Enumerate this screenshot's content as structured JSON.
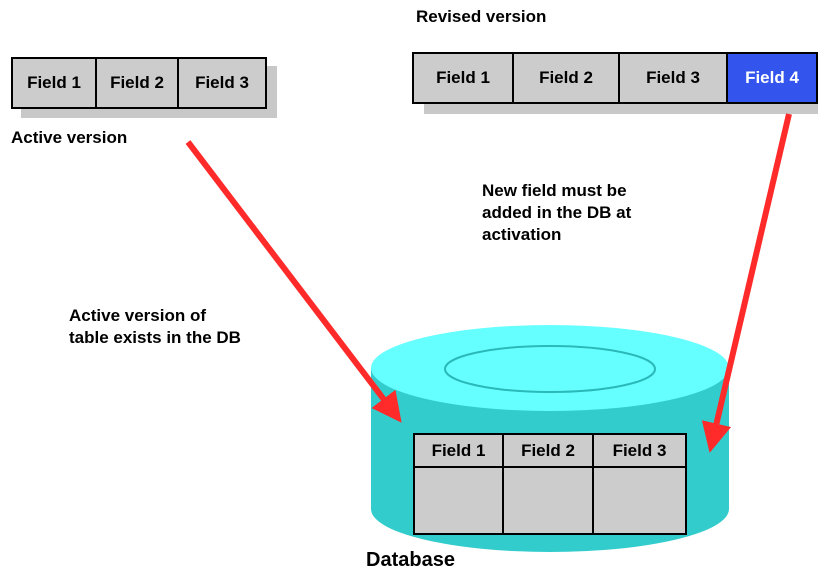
{
  "diagram": {
    "revised_version": {
      "title": "Revised version",
      "fields": [
        "Field 1",
        "Field 2",
        "Field 3",
        "Field 4"
      ],
      "new_field_color": "#3355ee"
    },
    "active_version": {
      "title": "Active version",
      "fields": [
        "Field 1",
        "Field 2",
        "Field 3"
      ]
    },
    "database": {
      "label": "Database",
      "fields": [
        "Field 1",
        "Field 2",
        "Field 3"
      ],
      "cylinder_color": "#33cccc",
      "cylinder_top_color": "#66ffff"
    },
    "annotations": {
      "new_field": [
        "New field must be",
        "added in the DB at",
        "activation"
      ],
      "active_exists": [
        "Active version of",
        "table exists in the DB"
      ]
    },
    "arrow_color": "#ff2a2a"
  }
}
